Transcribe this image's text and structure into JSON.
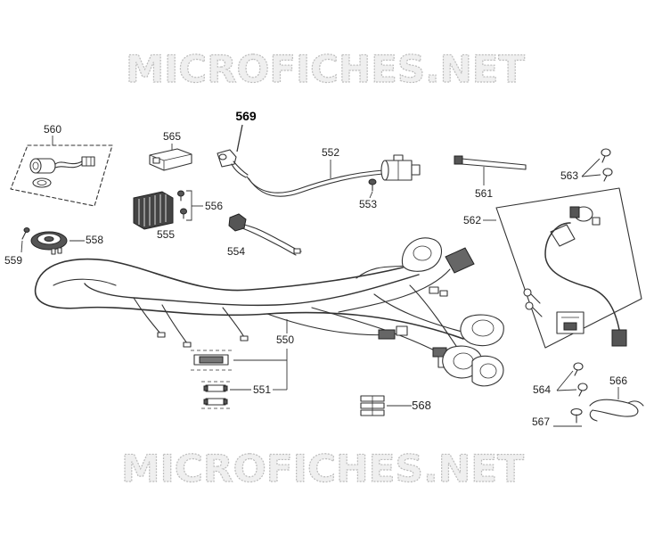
{
  "watermark": {
    "top": "MICROFICHES.NET",
    "bottom": "MICROFICHES.NET"
  },
  "callouts": {
    "p550": "550",
    "p551": "551",
    "p552": "552",
    "p553": "553",
    "p554": "554",
    "p555": "555",
    "p556": "556",
    "p558": "558",
    "p559": "559",
    "p560": "560",
    "p561": "561",
    "p562": "562",
    "p563": "563",
    "p564": "564",
    "p565": "565",
    "p566": "566",
    "p567": "567",
    "p568": "568",
    "p569": "569"
  },
  "colors": {
    "line": "#333333",
    "watermark": "#bdbdbd",
    "background": "#ffffff"
  }
}
